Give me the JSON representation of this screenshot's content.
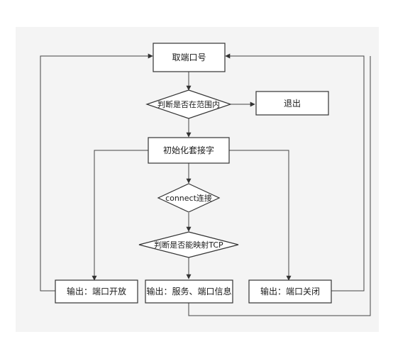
{
  "nodes": {
    "get_port": "取端口号",
    "check_range": "判断是否在范围内",
    "exit": "退出",
    "init_socket": "初始化套接字",
    "connect": "connect连接",
    "check_tcp": "判断是否能映射TCP",
    "output_open": "输出：端口开放",
    "output_service": "输出：服务、端口信息",
    "output_closed": "输出：端口关闭"
  },
  "colors": {
    "panel": "#f4f4f4",
    "stroke": "#333333",
    "box_fill": "#ffffff"
  }
}
